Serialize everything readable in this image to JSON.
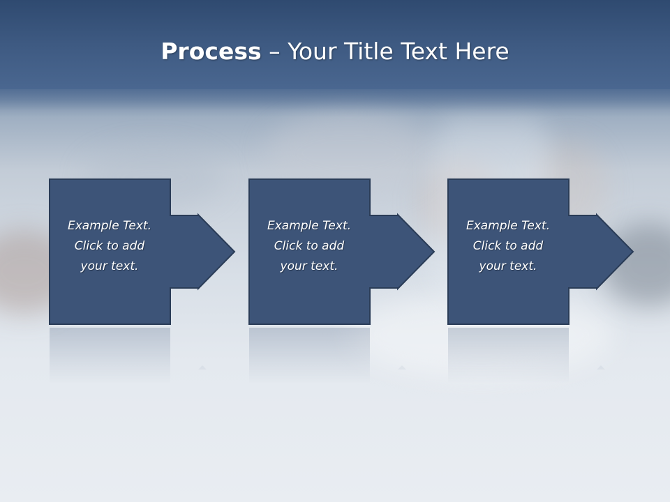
{
  "slide": {
    "title_bold": "Process",
    "title_rest": " – Your Title Text Here"
  },
  "steps": [
    {
      "lines": [
        "Example Text.",
        "Click  to add",
        "your text."
      ]
    },
    {
      "lines": [
        "Example Text.",
        "Click  to add",
        "your text."
      ]
    },
    {
      "lines": [
        "Example Text.",
        "Click  to add",
        "your text."
      ]
    }
  ],
  "colors": {
    "header": "#3e5a82",
    "box_fill": "#3d5478",
    "box_border": "#2a3c57",
    "text": "#ffffff"
  }
}
